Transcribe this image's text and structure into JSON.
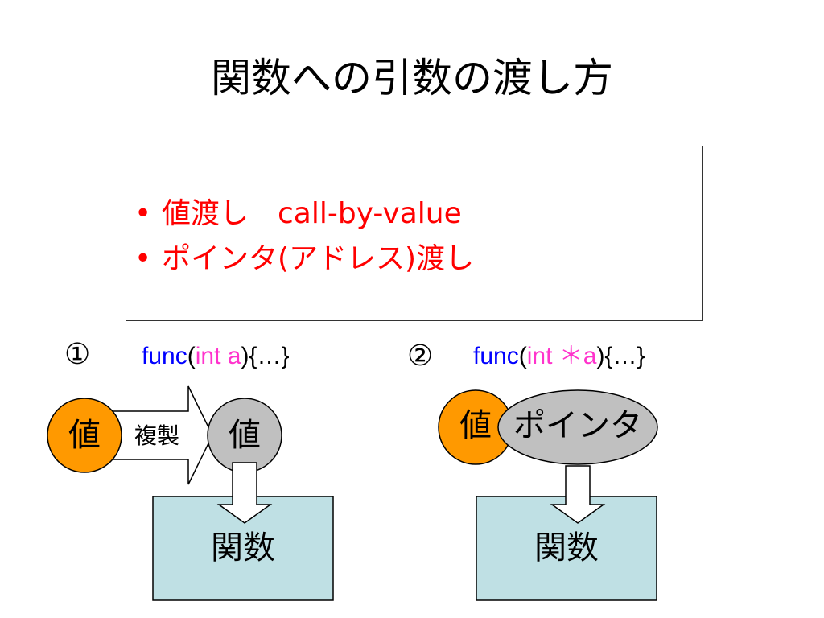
{
  "title": "関数への引数の渡し方",
  "bullets": [
    {
      "marker": "•",
      "text": "値渡し　call-by-value"
    },
    {
      "marker": "•",
      "text": "ポインタ(アドレス)渡し"
    }
  ],
  "case1": {
    "number": "①",
    "code": {
      "func": "func",
      "open": "(",
      "param": "int a",
      "close": "){…}"
    },
    "source": "値",
    "copy": "複製",
    "target": "値",
    "function": "関数"
  },
  "case2": {
    "number": "②",
    "code": {
      "func": "func",
      "open": "(",
      "param": "int ＊a",
      "close": "){…}"
    },
    "source": "値",
    "pointer": "ポインタ",
    "function": "関数"
  },
  "colors": {
    "orange": "#ff9900",
    "gray": "#c0c0c0",
    "box": "#bfe0e4",
    "red": "#ff0000",
    "blue": "#0000ff",
    "pink": "#ff33cc"
  }
}
